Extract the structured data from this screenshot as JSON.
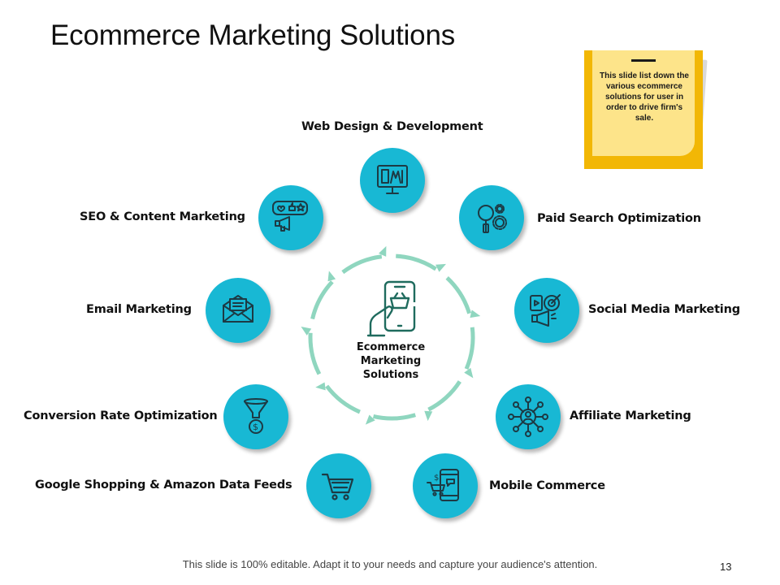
{
  "title": "Ecommerce Marketing Solutions",
  "note": {
    "text": "This slide list down the various ecommerce solutions for user in order to drive firm's sale."
  },
  "center": {
    "label_lines": [
      "Ecommerce",
      "Marketing",
      "Solutions"
    ]
  },
  "nodes": [
    {
      "label": "Web Design & Development"
    },
    {
      "label": "Paid Search Optimization"
    },
    {
      "label": "Social Media Marketing"
    },
    {
      "label": "Affiliate Marketing"
    },
    {
      "label": "Mobile Commerce"
    },
    {
      "label": "Google Shopping & Amazon Data Feeds"
    },
    {
      "label": "Conversion Rate Optimization"
    },
    {
      "label": "Email Marketing"
    },
    {
      "label": "SEO & Content Marketing"
    }
  ],
  "colors": {
    "node_fill": "#18b8d4",
    "ring": "#8fd6bf",
    "note_yellow": "#fde48a",
    "note_gold": "#f2b705"
  },
  "footer": {
    "text": "This slide is 100% editable. Adapt it to your needs and capture your audience's attention.",
    "page_number": "13"
  }
}
